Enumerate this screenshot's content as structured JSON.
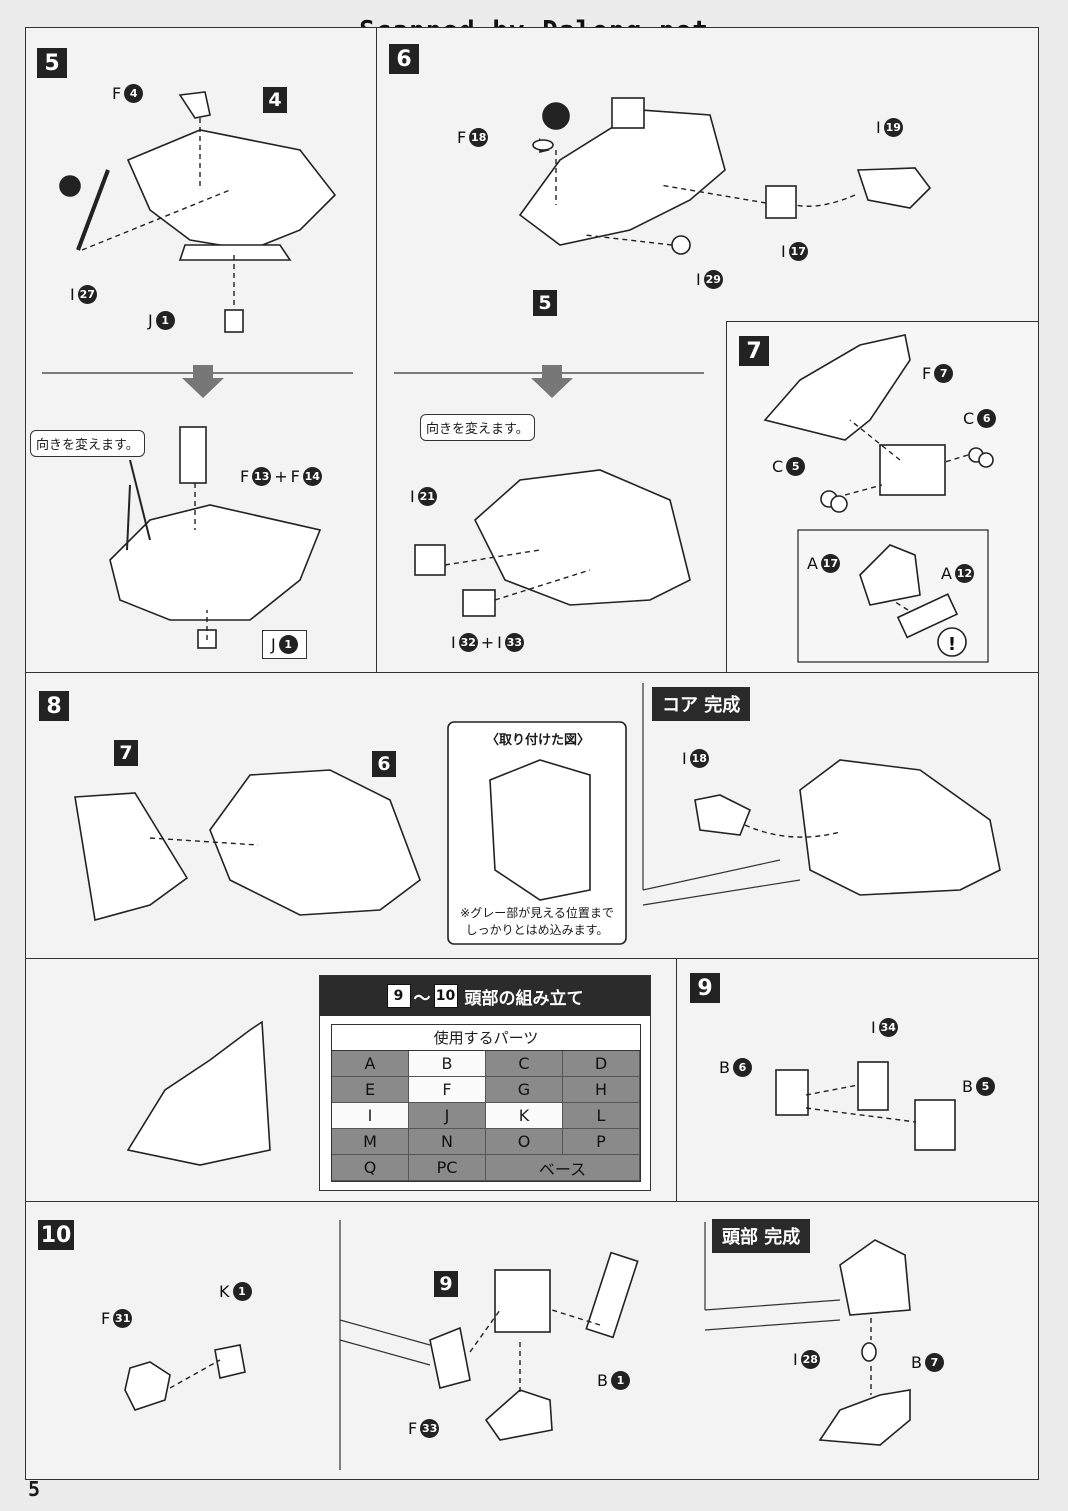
{
  "header": {
    "scan_credit": "Scanned by Dalong.net"
  },
  "steps": {
    "s5": "5",
    "s6": "6",
    "s7": "7",
    "s8": "8",
    "s9": "9",
    "s10": "10"
  },
  "step5": {
    "f4_letter": "F",
    "f4_num": "4",
    "ref4": "4",
    "i27_letter": "I",
    "i27_num": "27",
    "j1_letter": "J",
    "j1_num": "1",
    "note": "向きを変えます。",
    "f13_letter": "F",
    "f13_num": "13",
    "plus": "+",
    "f14_letter": "F",
    "f14_num": "14",
    "j1b_letter": "J",
    "j1b_num": "1"
  },
  "step6": {
    "f18_letter": "F",
    "f18_num": "18",
    "i19_letter": "I",
    "i19_num": "19",
    "i17_letter": "I",
    "i17_num": "17",
    "i29_letter": "I",
    "i29_num": "29",
    "ref5": "5",
    "note": "向きを変えます。",
    "i21_letter": "I",
    "i21_num": "21",
    "i32_letter": "I",
    "i32_num": "32",
    "plus": "+",
    "i33_letter": "I",
    "i33_num": "33"
  },
  "step7": {
    "f7_letter": "F",
    "f7_num": "7",
    "c6_letter": "C",
    "c6_num": "6",
    "c5_letter": "C",
    "c5_num": "5",
    "a17_letter": "A",
    "a17_num": "17",
    "a12_letter": "A",
    "a12_num": "12",
    "caution": "!"
  },
  "step8": {
    "ref7": "7",
    "ref6": "6",
    "inset_title": "〈取り付けた図〉",
    "inset_note_1": "※グレー部が見える位置まで",
    "inset_note_2": "しっかりとはめ込みます。"
  },
  "core_done": {
    "label": "コア 完成",
    "i18_letter": "I",
    "i18_num": "18"
  },
  "head_parts": {
    "from": "9",
    "tilde": "～",
    "to": "10",
    "title": "頭部の組み立て",
    "table_header": "使用するパーツ",
    "cells": [
      {
        "label": "A",
        "used": true
      },
      {
        "label": "B",
        "used": false
      },
      {
        "label": "C",
        "used": true
      },
      {
        "label": "D",
        "used": true
      },
      {
        "label": "E",
        "used": true
      },
      {
        "label": "F",
        "used": false
      },
      {
        "label": "G",
        "used": true
      },
      {
        "label": "H",
        "used": true
      },
      {
        "label": "I",
        "used": false
      },
      {
        "label": "J",
        "used": true
      },
      {
        "label": "K",
        "used": false
      },
      {
        "label": "L",
        "used": true
      },
      {
        "label": "M",
        "used": true
      },
      {
        "label": "N",
        "used": true
      },
      {
        "label": "O",
        "used": true
      },
      {
        "label": "P",
        "used": true
      },
      {
        "label": "Q",
        "used": true
      },
      {
        "label": "PC",
        "used": true
      },
      {
        "label": "ベース",
        "used": true
      }
    ]
  },
  "step9": {
    "i34_letter": "I",
    "i34_num": "34",
    "b6_letter": "B",
    "b6_num": "6",
    "b5_letter": "B",
    "b5_num": "5"
  },
  "step10": {
    "k1_letter": "K",
    "k1_num": "1",
    "f31_letter": "F",
    "f31_num": "31",
    "ref9": "9",
    "b1_letter": "B",
    "b1_num": "1",
    "f33_letter": "F",
    "f33_num": "33"
  },
  "head_done": {
    "label": "頭部 完成",
    "i28_letter": "I",
    "i28_num": "28",
    "b7_letter": "B",
    "b7_num": "7"
  },
  "footer": {
    "page_number": "5"
  }
}
